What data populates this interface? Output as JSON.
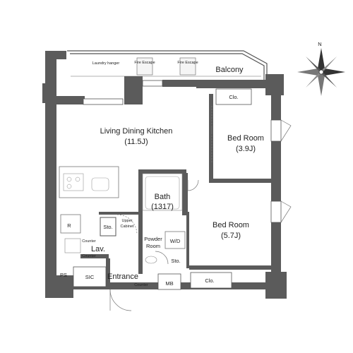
{
  "compass": {
    "north": "N"
  },
  "labels": {
    "laundry_hanger": "Laundry hanger",
    "fire_escape": "Fire Escape",
    "fire_escape_2": "Fire Escape",
    "balcony": "Balcony",
    "closet_top": "Clo.",
    "closet_bottom": "Clo.",
    "ldk": "Living Dining Kitchen",
    "ldk_size": "(11.5J)",
    "bed1": "Bed Room",
    "bed1_size": "(3.9J)",
    "bed2": "Bed Room",
    "bed2_size": "(5.7J)",
    "bath": "Bath",
    "bath_size": "(1317)",
    "sto_1": "Sto.",
    "sto_2": "Sto.",
    "upper_cabinet_1": "Upper",
    "upper_cabinet_2": "Cabinet",
    "counter_1": "Counter",
    "counter_2": "Counter",
    "counter_3": "Counter",
    "lav": "Lav.",
    "powder_1": "Powder",
    "powder_2": "Room",
    "wd": "W/D",
    "sic": "SIC",
    "entrance": "Entrance",
    "mb": "MB",
    "ps": "PS",
    "refrigerator": "R"
  },
  "colors": {
    "wall": "#5b5b5b",
    "line": "#333333",
    "fixture": "#aaaaaa"
  }
}
